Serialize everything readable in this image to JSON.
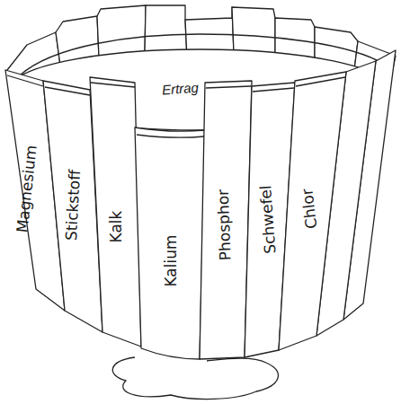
{
  "diagram": {
    "labels": [
      "Ertrag",
      "Magnesium",
      "Stickstoff",
      "Kalk",
      "Kalium",
      "Phosphor",
      "Schwefel",
      "Chlor"
    ]
  }
}
